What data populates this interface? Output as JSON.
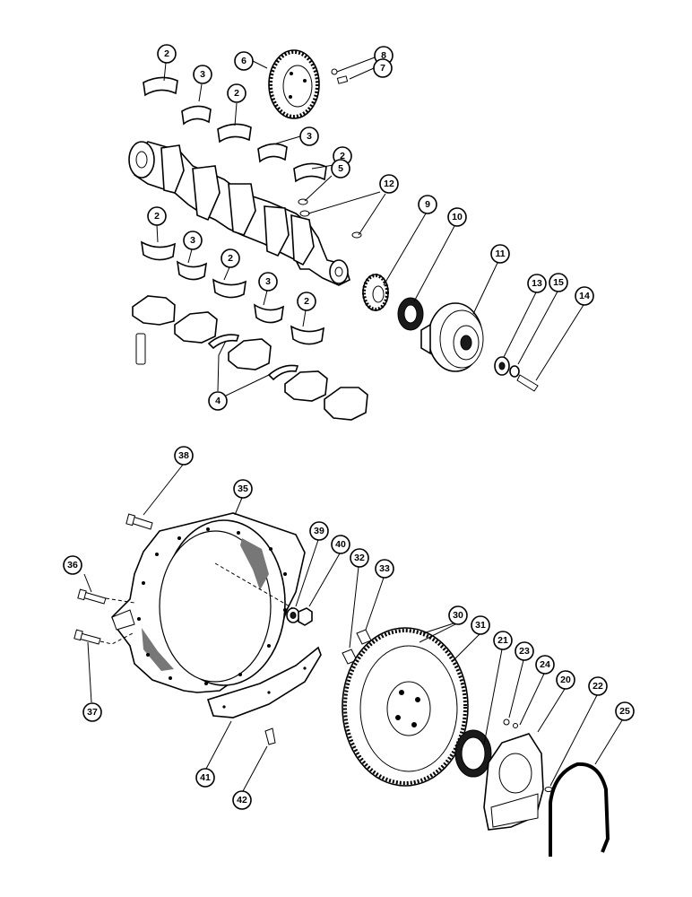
{
  "callouts": [
    {
      "id": "2a",
      "label": "2"
    },
    {
      "id": "3a",
      "label": "3"
    },
    {
      "id": "2b",
      "label": "2"
    },
    {
      "id": "3b",
      "label": "3"
    },
    {
      "id": "2c",
      "label": "2"
    },
    {
      "id": "5",
      "label": "5"
    },
    {
      "id": "6",
      "label": "6"
    },
    {
      "id": "8",
      "label": "8"
    },
    {
      "id": "7",
      "label": "7"
    },
    {
      "id": "12",
      "label": "12"
    },
    {
      "id": "9",
      "label": "9"
    },
    {
      "id": "10",
      "label": "10"
    },
    {
      "id": "11",
      "label": "11"
    },
    {
      "id": "13",
      "label": "13"
    },
    {
      "id": "15",
      "label": "15"
    },
    {
      "id": "14",
      "label": "14"
    },
    {
      "id": "2d",
      "label": "2"
    },
    {
      "id": "3c",
      "label": "3"
    },
    {
      "id": "2e",
      "label": "2"
    },
    {
      "id": "3d",
      "label": "3"
    },
    {
      "id": "2f",
      "label": "2"
    },
    {
      "id": "4",
      "label": "4"
    },
    {
      "id": "38",
      "label": "38"
    },
    {
      "id": "35",
      "label": "35"
    },
    {
      "id": "36",
      "label": "36"
    },
    {
      "id": "37",
      "label": "37"
    },
    {
      "id": "39",
      "label": "39"
    },
    {
      "id": "40",
      "label": "40"
    },
    {
      "id": "32",
      "label": "32"
    },
    {
      "id": "33",
      "label": "33"
    },
    {
      "id": "30",
      "label": "30"
    },
    {
      "id": "31",
      "label": "31"
    },
    {
      "id": "21",
      "label": "21"
    },
    {
      "id": "23",
      "label": "23"
    },
    {
      "id": "24",
      "label": "24"
    },
    {
      "id": "20",
      "label": "20"
    },
    {
      "id": "22",
      "label": "22"
    },
    {
      "id": "25",
      "label": "25"
    },
    {
      "id": "41",
      "label": "41"
    },
    {
      "id": "42",
      "label": "42"
    }
  ]
}
